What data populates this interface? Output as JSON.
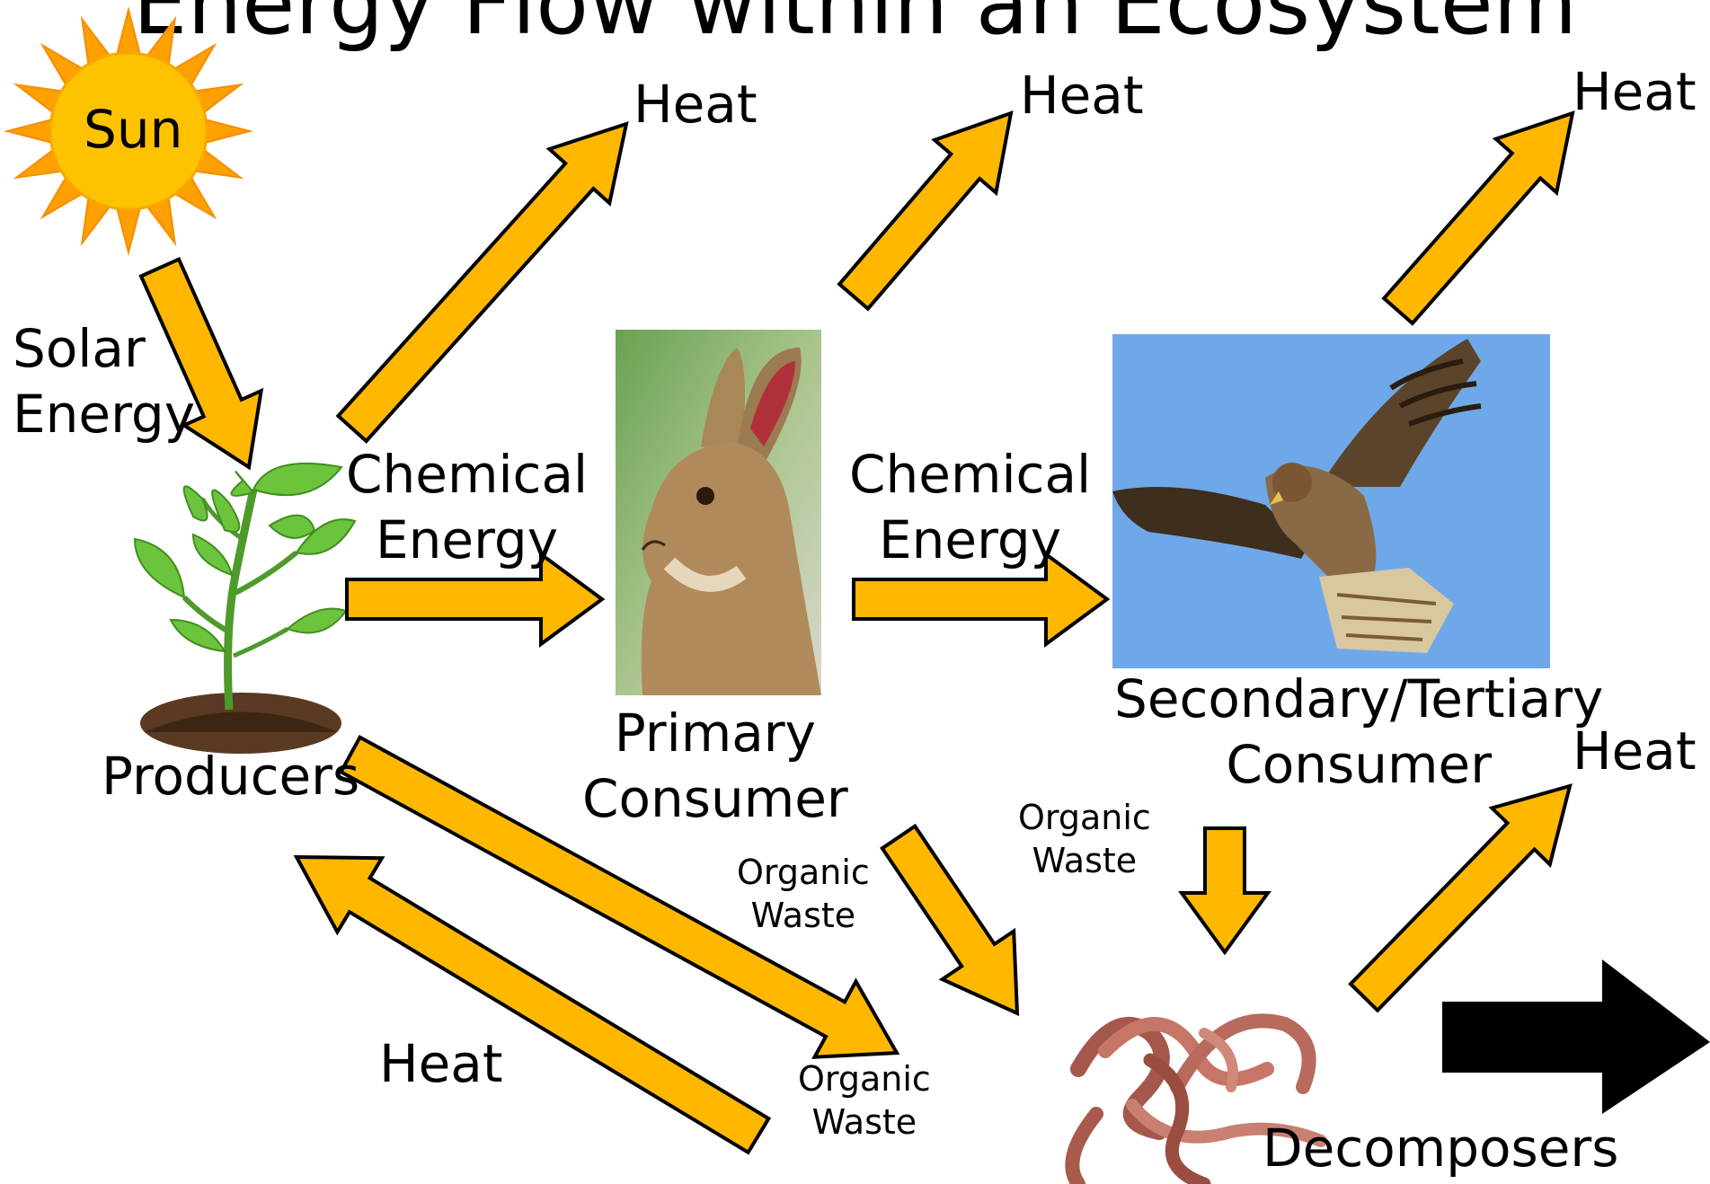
{
  "title": "Energy Flow within an Ecosystem",
  "nodes": {
    "sun": "Sun",
    "producers": "Producers",
    "primary": [
      "Primary",
      "Consumer"
    ],
    "secondary": [
      "Secondary/Tertiary",
      "Consumer"
    ],
    "decomposers": "Decomposers"
  },
  "flows": {
    "solar": [
      "Solar",
      "Energy"
    ],
    "chemical_1": [
      "Chemical",
      "Energy"
    ],
    "chemical_2": [
      "Chemical",
      "Energy"
    ],
    "heat_producers": "Heat",
    "heat_primary": "Heat",
    "heat_secondary": "Heat",
    "heat_decomposers": "Heat",
    "heat_return": "Heat",
    "waste_producers": [
      "Organic",
      "Waste"
    ],
    "waste_primary": [
      "Organic",
      "Waste"
    ],
    "waste_secondary": [
      "Organic",
      "Waste"
    ]
  },
  "colors": {
    "arrow": "#FFB700",
    "sun_core": "#FFC200",
    "sun_rays": "#FF9F00",
    "sky": "#6FA8E8"
  },
  "icons": [
    "sun-icon",
    "plant-icon",
    "rabbit-icon",
    "hawk-icon",
    "worms-icon",
    "next-arrow-icon"
  ]
}
